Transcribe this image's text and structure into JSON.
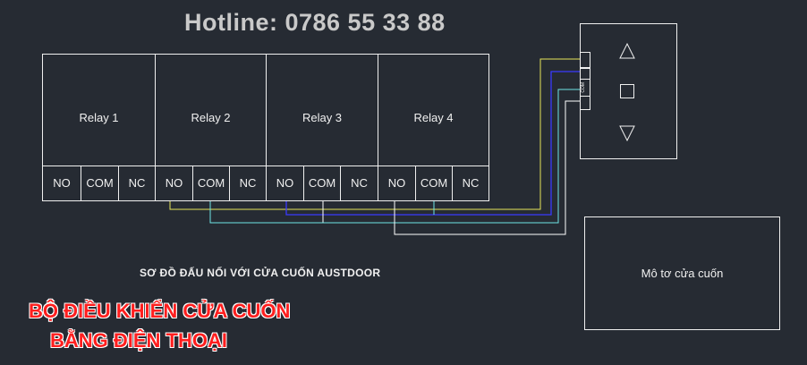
{
  "hotline": "Hotline: 0786 55 33 88",
  "relays": [
    {
      "label": "Relay 1",
      "terminals": [
        "NO",
        "COM",
        "NC"
      ]
    },
    {
      "label": "Relay 2",
      "terminals": [
        "NO",
        "COM",
        "NC"
      ]
    },
    {
      "label": "Relay 3",
      "terminals": [
        "NO",
        "COM",
        "NC"
      ]
    },
    {
      "label": "Relay 4",
      "terminals": [
        "NO",
        "COM",
        "NC"
      ]
    }
  ],
  "remote": {
    "connector_label": "COM",
    "buttons": [
      "up-arrow",
      "stop-square",
      "down-arrow"
    ]
  },
  "motor_label": "Mô tơ cửa cuốn",
  "caption": "SƠ ĐỒ ĐẤU NỐI VỚI CỬA CUỐN AUSTDOOR",
  "promo": {
    "line1": "BỘ ĐIỀU KHIỂN CỬA CUỐN",
    "line2": "BẰNG ĐIỆN THOẠI"
  },
  "colors": {
    "background": "#262b33",
    "lines": "#f0f0f0",
    "wire_yellow": "#e6e65a",
    "wire_blue": "#3a3aff",
    "wire_cyan": "#6ee6e6",
    "wire_white": "#ffffff",
    "promo_red": "#ff1e1e"
  }
}
